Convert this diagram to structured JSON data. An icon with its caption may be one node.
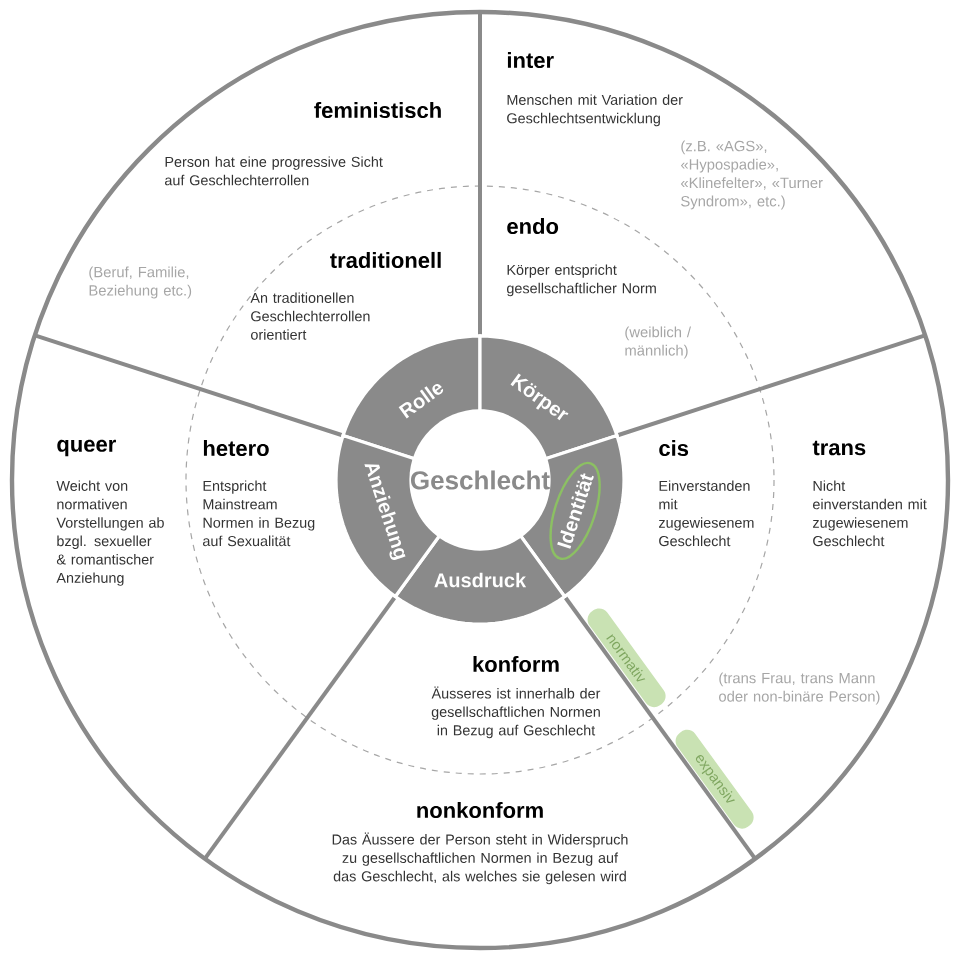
{
  "diagram": {
    "nodes": [
      {
        "text": [
          "Geschlecht"
        ]
      },
      {
        "text": [
          "Rolle"
        ]
      },
      {
        "text": [
          "Körper"
        ]
      },
      {
        "text": [
          "Identität"
        ]
      },
      {
        "text": [
          "Ausdruck"
        ]
      },
      {
        "text": [
          "Anziehung"
        ]
      },
      {
        "text": [
          "feministisch",
          "Person hat eine progressive Sicht auf Geschlechterrollen"
        ]
      },
      {
        "text": [
          "traditionell",
          "An traditionellen Geschlechterrollen orientiert"
        ]
      },
      {
        "text": [
          "inter",
          "Menschen mit Variation der Geschlechtsentwicklung"
        ]
      },
      {
        "text": [
          "endo",
          "Körper entspricht gesellschaftlicher Norm"
        ]
      },
      {
        "text": [
          "queer",
          "Weicht von normativen Vorstellungen ab bzgl. sexueller & romantischer Anziehung"
        ]
      },
      {
        "text": [
          "hetero",
          "Entspricht Mainstream Normen in Bezug auf Sexualität"
        ]
      },
      {
        "text": [
          "cis",
          "Einverstanden mit zugewiesenem Geschlecht"
        ]
      },
      {
        "text": [
          "trans",
          "Nicht einverstanden mit zugewiesenem Geschlecht"
        ]
      },
      {
        "text": [
          "konform",
          "Äusseres ist innerhalb der gesellschaftlichen Normen in Bezug auf Geschlecht"
        ]
      },
      {
        "text": [
          "nonkonform",
          "Das Äussere der Person steht in Widerspruch zu gesellschaftlichen Normen in Bezug auf das Geschlecht, als welches sie gelesen wird"
        ]
      }
    ],
    "labels": [
      "(Beruf, Familie, Beziehung etc.)",
      "(z.B. «AGS», «Hypospadie», «Klinefelter», «Turner Syndrom», etc.)",
      "(weiblich / männlich)",
      "normativ",
      "expansiv",
      "(trans Frau, trans Mann oder non-binäre Person)"
    ]
  }
}
